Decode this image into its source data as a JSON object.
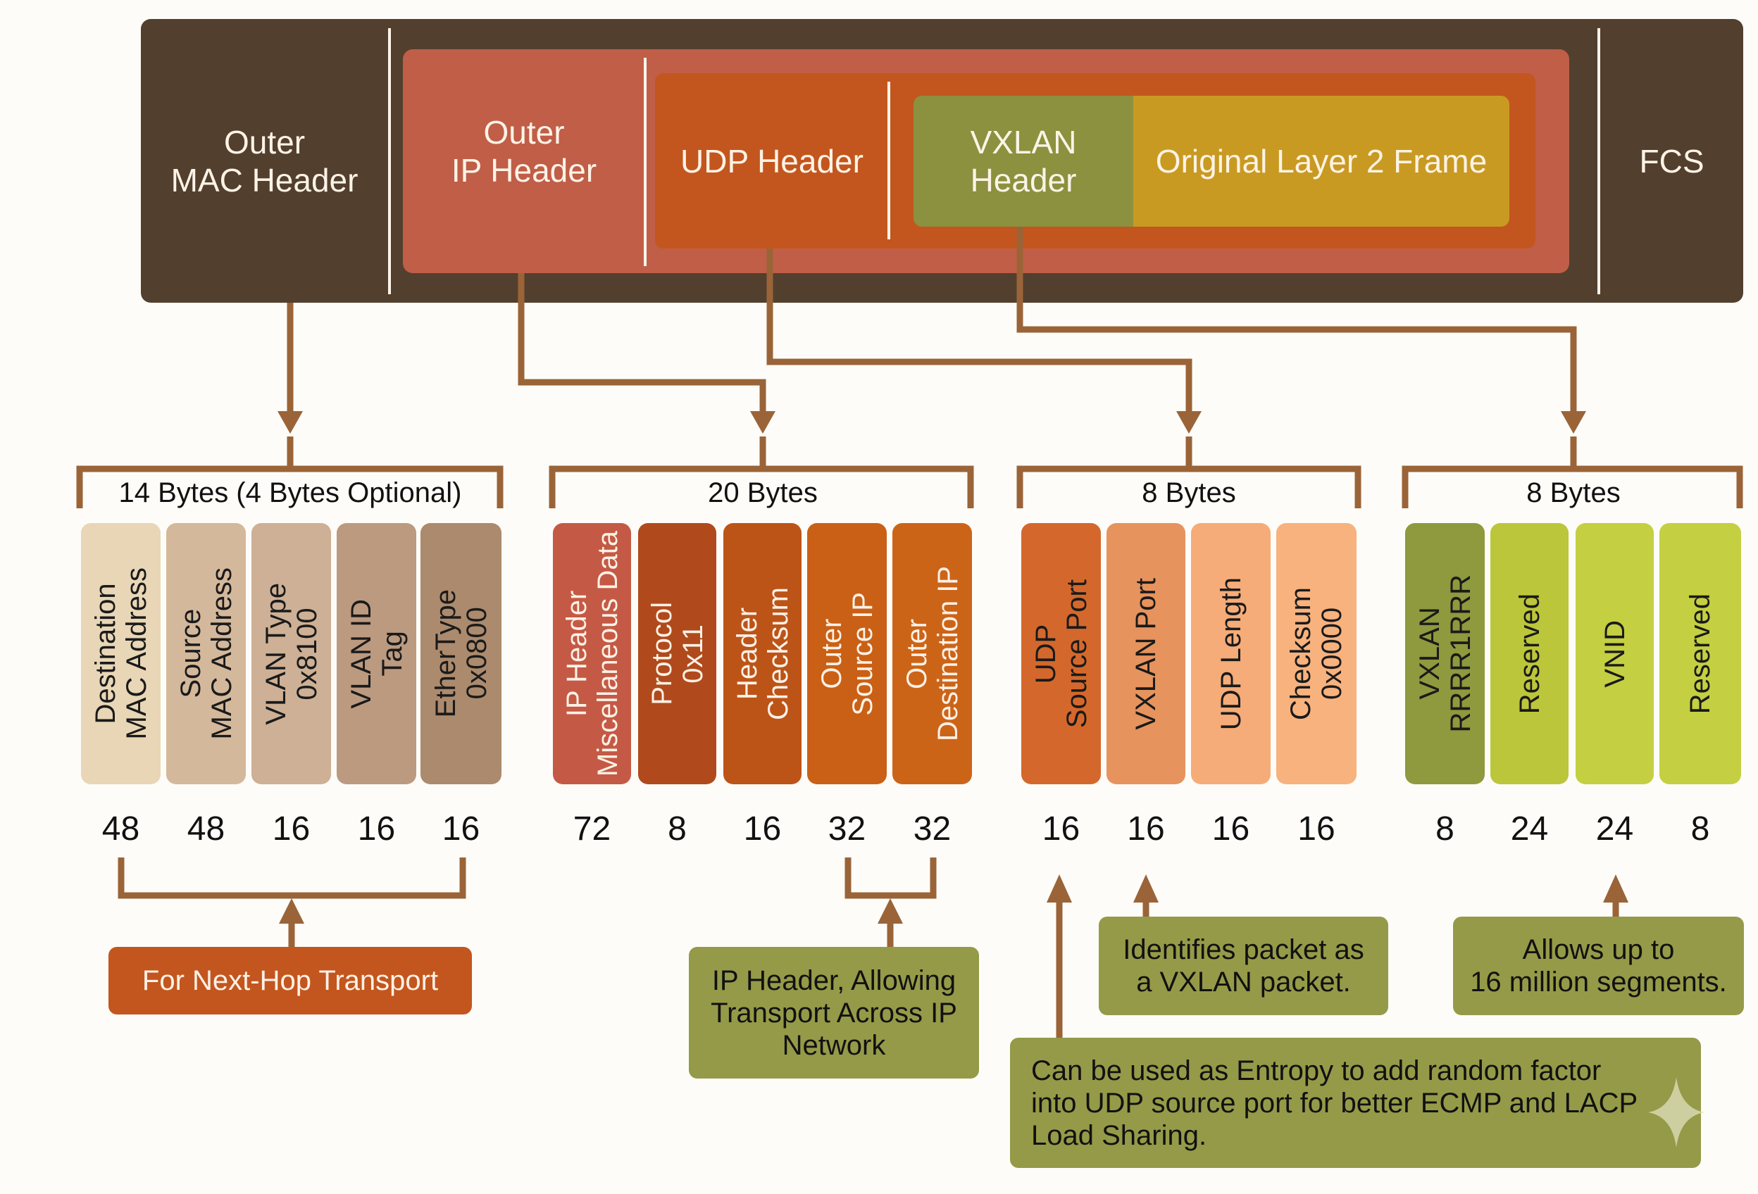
{
  "frame": {
    "outer_mac": "Outer\nMAC Header",
    "outer_ip": "Outer\nIP Header",
    "udp": "UDP Header",
    "vxlan": "VXLAN\nHeader",
    "original_frame": "Original Layer 2 Frame",
    "fcs": "FCS"
  },
  "colors": {
    "frame_bg": "#523f2e",
    "outer_ip": "#c05e48",
    "udp": "#c3561e",
    "vxlan": "#8b913f",
    "original_frame": "#c99a22",
    "connector": "#9a6438",
    "note_orange": "#c3561e",
    "note_olive": "#959a48"
  },
  "groups": [
    {
      "size_label": "14 Bytes (4 Bytes Optional)",
      "fields": [
        {
          "label": "Destination\nMAC Address",
          "bits": "48",
          "color": "#e8d6b6",
          "text": "#1a1a1a"
        },
        {
          "label": "Source\nMAC Address",
          "bits": "48",
          "color": "#d4b89b",
          "text": "#1a1a1a"
        },
        {
          "label": "VLAN Type\n0x8100",
          "bits": "16",
          "color": "#cdb095",
          "text": "#1a1a1a"
        },
        {
          "label": "VLAN ID\nTag",
          "bits": "16",
          "color": "#bb9a80",
          "text": "#1a1a1a"
        },
        {
          "label": "EtherType\n0x0800",
          "bits": "16",
          "color": "#ac8a6d",
          "text": "#1a1a1a"
        }
      ]
    },
    {
      "size_label": "20 Bytes",
      "fields": [
        {
          "label": "IP Header\nMiscellaneous Data",
          "bits": "72",
          "color": "#c45a45",
          "text": "#fdf1e6"
        },
        {
          "label": "Protocol\n0x11",
          "bits": "8",
          "color": "#b04a1c",
          "text": "#fdf1e6"
        },
        {
          "label": "Header\nChecksum",
          "bits": "16",
          "color": "#bc5418",
          "text": "#fdf1e6"
        },
        {
          "label": "Outer\nSource IP",
          "bits": "32",
          "color": "#c96015",
          "text": "#fdf1e6"
        },
        {
          "label": "Outer\nDestination IP",
          "bits": "32",
          "color": "#cc6418",
          "text": "#fdf1e6"
        }
      ]
    },
    {
      "size_label": "8 Bytes",
      "fields": [
        {
          "label": "UDP\nSource Port",
          "bits": "16",
          "color": "#d4682c",
          "text": "#1a1a1a"
        },
        {
          "label": "VXLAN Port",
          "bits": "16",
          "color": "#e6935d",
          "text": "#1a1a1a"
        },
        {
          "label": "UDP Length",
          "bits": "16",
          "color": "#f5ac78",
          "text": "#1a1a1a"
        },
        {
          "label": "Checksum\n0x0000",
          "bits": "16",
          "color": "#f7b27e",
          "text": "#1a1a1a"
        }
      ]
    },
    {
      "size_label": "8 Bytes",
      "fields": [
        {
          "label": "VXLAN\nRRRR1RRR",
          "bits": "8",
          "color": "#8f993d",
          "text": "#1a1a1a"
        },
        {
          "label": "Reserved",
          "bits": "24",
          "color": "#bcc63a",
          "text": "#1a1a1a"
        },
        {
          "label": "VNID",
          "bits": "24",
          "color": "#c4cf42",
          "text": "#1a1a1a"
        },
        {
          "label": "Reserved",
          "bits": "8",
          "color": "#c4cf42",
          "text": "#1a1a1a"
        }
      ]
    }
  ],
  "notes": {
    "next_hop": "For Next-Hop Transport",
    "ip_header": "IP Header, Allowing\nTransport Across IP\nNetwork",
    "vxlan_port": "Identifies packet as\na VXLAN packet.",
    "vnid": "Allows up to\n16 million segments.",
    "entropy": "Can be used as Entropy to add random factor\ninto UDP source port for better ECMP and LACP\nLoad Sharing."
  }
}
